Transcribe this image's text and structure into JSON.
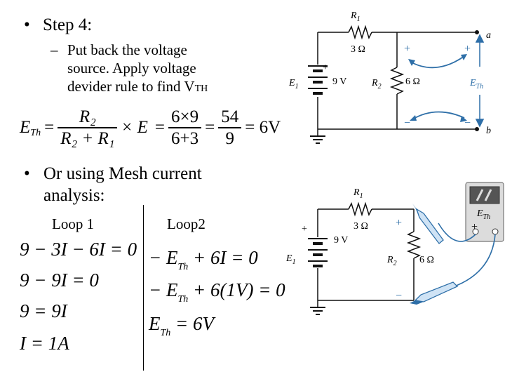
{
  "bullets": {
    "step4": "Step 4:",
    "step4_sub_1": "Put back the voltage",
    "step4_sub_2": "source. Apply voltage",
    "step4_sub_3": "devider rule to find V",
    "step4_sub_3_small": "TH",
    "mesh_1": "Or using Mesh current",
    "mesh_2": "analysis:"
  },
  "formula": {
    "lhs_E": "E",
    "lhs_sub": "Th",
    "eq": "=",
    "num1": "R₂",
    "den1": "R₂ + R₁",
    "times_E": "× E",
    "num2": "6×9",
    "den2": "6+3",
    "num3": "54",
    "den3": "9",
    "result": "= 6V"
  },
  "loops": {
    "loop1_title": "Loop 1",
    "loop2_title": "Loop2",
    "loop1_eqs": [
      "9 − 3I − 6I = 0",
      "9 − 9I = 0",
      "9 = 9I",
      "I = 1A"
    ],
    "loop2_eq1_a": "− E",
    "loop2_eq1_sub": "Th",
    "loop2_eq1_b": " + 6I = 0",
    "loop2_eq2_a": "− E",
    "loop2_eq2_sub": "Th",
    "loop2_eq2_b": " + 6(1V) = 0",
    "loop2_eq3_a": "E",
    "loop2_eq3_sub": "Th",
    "loop2_eq3_b": " = 6V"
  },
  "circuit1": {
    "R1": "R",
    "R1_sub": "1",
    "R1_val": "3 Ω",
    "E1": "E",
    "E1_sub": "1",
    "E1_val": "9 V",
    "R2": "R",
    "R2_sub": "2",
    "R2_val": "6 Ω",
    "ETh": "E",
    "ETh_sub": "Th",
    "node_a": "a",
    "node_b": "b",
    "plus": "+",
    "minus": "−"
  },
  "circuit2": {
    "R1": "R",
    "R1_sub": "1",
    "R1_val": "3 Ω",
    "E1": "E",
    "E1_sub": "1",
    "E1_val": "9 V",
    "R2": "R",
    "R2_sub": "2",
    "R2_val": "6 Ω",
    "meter_label": "E",
    "meter_sub": "Th",
    "plus": "+",
    "minus": "−"
  },
  "colors": {
    "wire": "#111111",
    "arrow": "#2e6fa8",
    "meter_face": "#dcdcdc",
    "meter_screen": "#555555"
  }
}
